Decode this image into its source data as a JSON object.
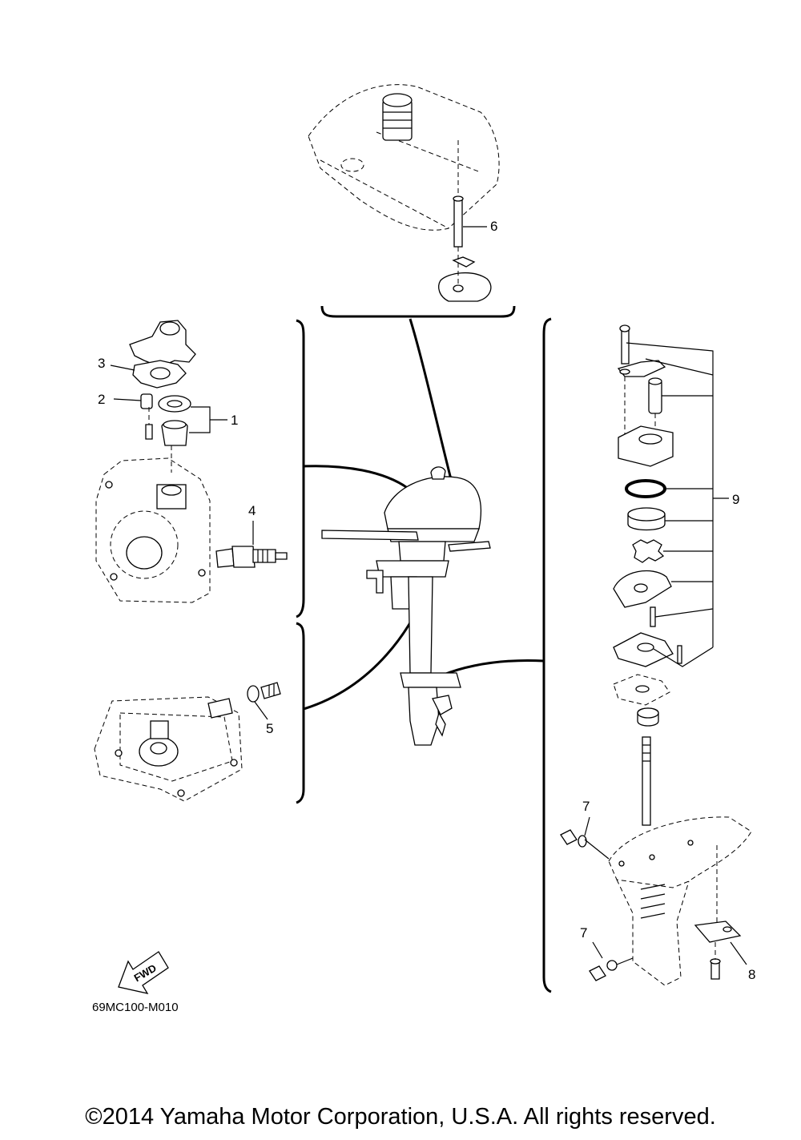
{
  "callouts": [
    "1",
    "2",
    "3",
    "4",
    "5",
    "6",
    "7",
    "7",
    "8",
    "9"
  ],
  "fwd_label": "FWD",
  "diagram_code": "69MC100-M010",
  "copyright": "©2014 Yamaha Motor Corporation, U.S.A. All rights reserved."
}
